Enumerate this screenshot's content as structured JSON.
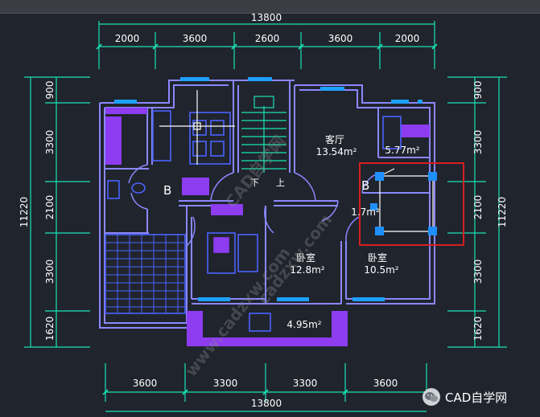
{
  "colors": {
    "background": "#20242d",
    "dimension": "#19e3b5",
    "wall": "#8a88ff",
    "furniture": "#6f53ff",
    "purple": "#8d3cf0",
    "selection": "#d62020",
    "grip": "#1e8fff",
    "text": "#ffffff"
  },
  "dimensions": {
    "top_total": "13800",
    "top": [
      "2000",
      "3600",
      "2600",
      "3600",
      "2000"
    ],
    "left": [
      "900",
      "3300",
      "2100",
      "3300",
      "1620"
    ],
    "left_total": "11220",
    "right": [
      "900",
      "3300",
      "2100",
      "3300",
      "1620"
    ],
    "right_total": "11220",
    "bottom": [
      "3600",
      "3300",
      "3300",
      "3600"
    ],
    "bottom_total": "13800"
  },
  "rooms": {
    "living": {
      "name": "客厅",
      "area": "13.54m²"
    },
    "small_room": {
      "area": "5.77m²"
    },
    "bathroom": {
      "area": "1.7m²"
    },
    "bedroom_mid": {
      "name": "卧室",
      "area": "12.8m²"
    },
    "bedroom_right": {
      "name": "卧室",
      "area": "10.5m²"
    },
    "balcony": {
      "area": "4.95m²"
    }
  },
  "stair": {
    "down": "下",
    "up": "上"
  },
  "markers": {
    "left": "B",
    "right": "B"
  },
  "watermark_diag": [
    "CAD自学网",
    "cadzxw.com",
    "www.cadzxw.com"
  ],
  "watermark": {
    "brand": "CAD自学网",
    "icon": "wechat-logo-icon"
  }
}
